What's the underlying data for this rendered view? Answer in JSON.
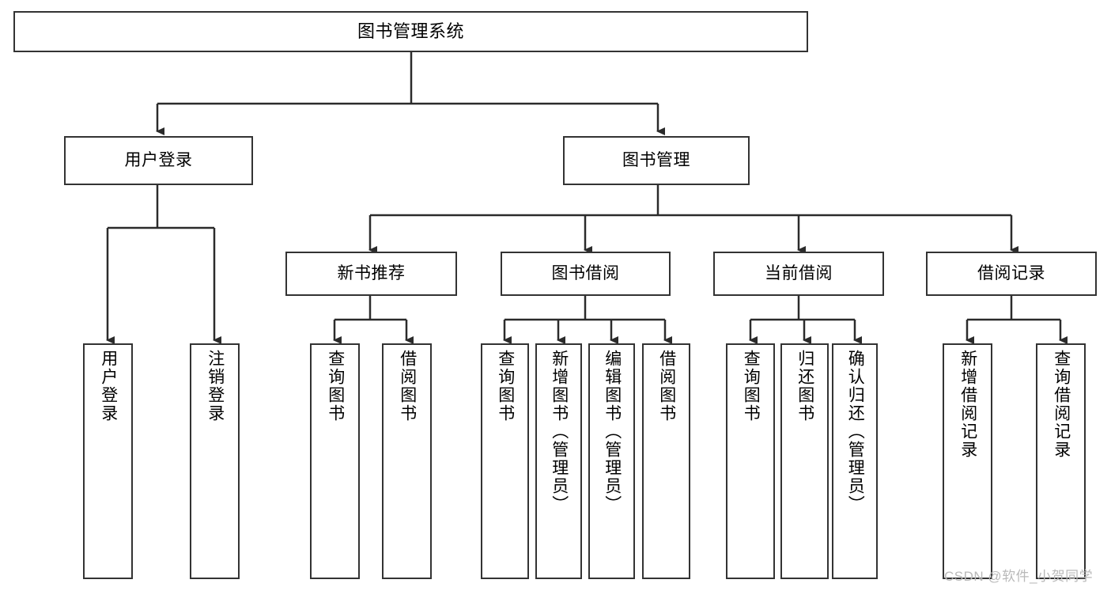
{
  "diagram": {
    "title": "图书管理系统",
    "type": "tree-hierarchy",
    "nodes": {
      "root": {
        "label": "图书管理系统"
      },
      "level1": [
        {
          "id": "user-login",
          "label": "用户登录"
        },
        {
          "id": "book-manage",
          "label": "图书管理"
        }
      ],
      "level2": [
        {
          "id": "new-book-recommend",
          "label": "新书推荐",
          "parent": "book-manage"
        },
        {
          "id": "book-borrow",
          "label": "图书借阅",
          "parent": "book-manage"
        },
        {
          "id": "current-borrow",
          "label": "当前借阅",
          "parent": "book-manage"
        },
        {
          "id": "borrow-record",
          "label": "借阅记录",
          "parent": "book-manage"
        }
      ],
      "leaves": [
        {
          "id": "leaf-user-login",
          "label": "用户登录",
          "parent": "user-login"
        },
        {
          "id": "leaf-logout-login",
          "label": "注销登录",
          "parent": "user-login"
        },
        {
          "id": "leaf-query-book-1",
          "label": "查询图书",
          "parent": "new-book-recommend"
        },
        {
          "id": "leaf-borrow-book-1",
          "label": "借阅图书",
          "parent": "new-book-recommend"
        },
        {
          "id": "leaf-query-book-2",
          "label": "查询图书",
          "parent": "book-borrow"
        },
        {
          "id": "leaf-add-book",
          "label": "新增图书（管理员）",
          "parent": "book-borrow"
        },
        {
          "id": "leaf-edit-book",
          "label": "编辑图书（管理员）",
          "parent": "book-borrow"
        },
        {
          "id": "leaf-borrow-book-2",
          "label": "借阅图书",
          "parent": "book-borrow"
        },
        {
          "id": "leaf-query-book-3",
          "label": "查询图书",
          "parent": "current-borrow"
        },
        {
          "id": "leaf-return-book",
          "label": "归还图书",
          "parent": "current-borrow"
        },
        {
          "id": "leaf-confirm-return",
          "label": "确认归还（管理员）",
          "parent": "current-borrow"
        },
        {
          "id": "leaf-add-record",
          "label": "新增借阅记录",
          "parent": "borrow-record"
        },
        {
          "id": "leaf-query-record",
          "label": "查询借阅记录",
          "parent": "borrow-record"
        }
      ]
    },
    "colors": {
      "border": "#333333",
      "background": "#ffffff",
      "text": "#000000",
      "watermark": "#b9b9b9"
    }
  },
  "watermark": {
    "text": "CSDN @软件_小贺同学"
  }
}
